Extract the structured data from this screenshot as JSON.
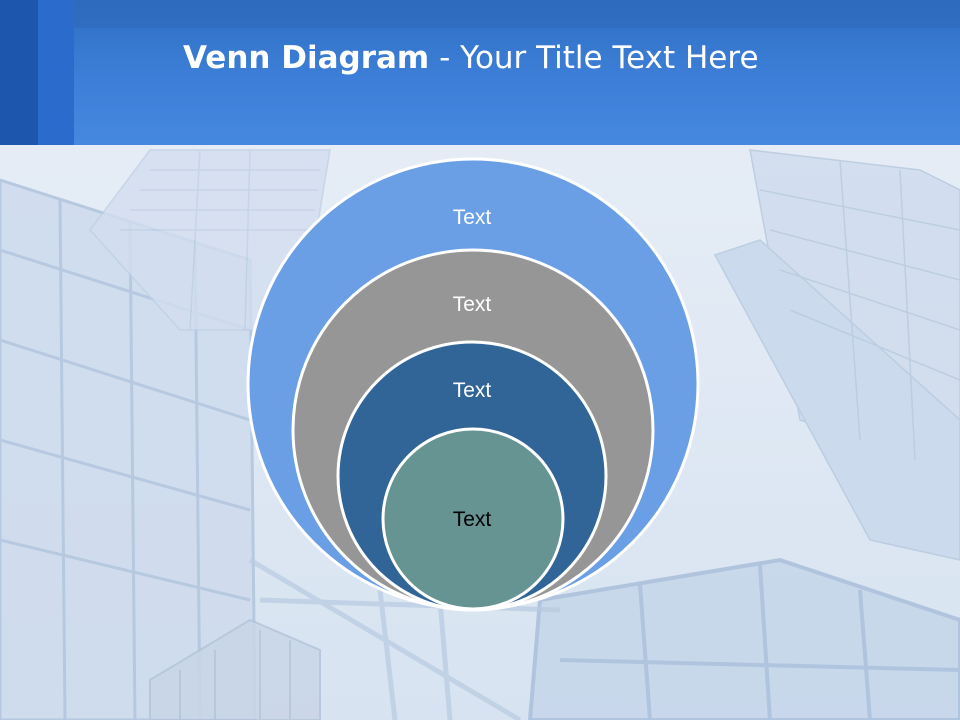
{
  "slide": {
    "title_bold": "Venn Diagram",
    "title_rest": " - Your Title Text Here"
  },
  "diagram": {
    "type": "nested-circles",
    "circles": [
      {
        "label": "Text",
        "fill": "#6a9fe6"
      },
      {
        "label": "Text",
        "fill": "#969696"
      },
      {
        "label": "Text",
        "fill": "#316497"
      },
      {
        "label": "Text",
        "fill": "#659492"
      }
    ],
    "colors": {
      "header": "#3d7fd8",
      "stroke": "#ffffff",
      "light_text": "#ffffff",
      "dark_text": "#000000"
    }
  }
}
